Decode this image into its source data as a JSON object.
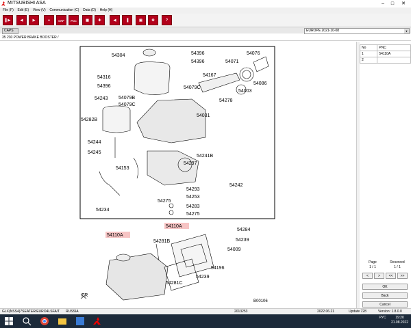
{
  "window": {
    "title": "MITSUBISHI ASA"
  },
  "menu": [
    "File (F)",
    "Edit (E)",
    "View (V)",
    "Communication (C)",
    "Data (D)",
    "Help (H)"
  ],
  "toolbar": {
    "btn_grp": "GRP",
    "btn_pnc": "PNC"
  },
  "caps_label": "CAPS",
  "region": "EUROPE   2021-10-08",
  "breadcrumb": "35 230  POWER BRAKE BOOSTER /",
  "parts_table": {
    "headers": [
      "No",
      "PNC"
    ],
    "rows": [
      [
        "1",
        "54110A"
      ],
      [
        "2",
        ""
      ]
    ]
  },
  "pager": {
    "page_label": "Page",
    "page_value": "1 / 1",
    "reserved_label": "Reserved",
    "reserved_value": "1 / 1",
    "nav": [
      "<",
      ">",
      "<<",
      ">>"
    ]
  },
  "buttons": {
    "ok": "OK",
    "back": "Back",
    "cancel": "Cancel"
  },
  "status": {
    "vehicle": "GLX(NSS4)7SEATER/EURO4LSFA/T",
    "market": "RUSSIA",
    "code": "2013253",
    "date": "2022.06.21",
    "update": "Update 728",
    "version": "Version: 1.8.0.0"
  },
  "tray": {
    "lang": "РУС",
    "time": "19:20",
    "date": "21.08.2022"
  },
  "diagram": {
    "callouts": [
      "54304",
      "54396",
      "54396",
      "54076",
      "54316",
      "54396",
      "54071",
      "54167",
      "54079C",
      "54086",
      "54003",
      "54079B",
      "54079C",
      "54278",
      "54243",
      "54282B",
      "54031",
      "54244",
      "54245",
      "54241B",
      "54153",
      "54297",
      "54242",
      "54293",
      "54253",
      "54234",
      "54275",
      "54283",
      "54275",
      "54110A",
      "54284",
      "54110A",
      "54281B",
      "54239",
      "54009",
      "54196",
      "54281C",
      "54239"
    ],
    "fr_label": "FR",
    "drawing_code": "B00106"
  }
}
